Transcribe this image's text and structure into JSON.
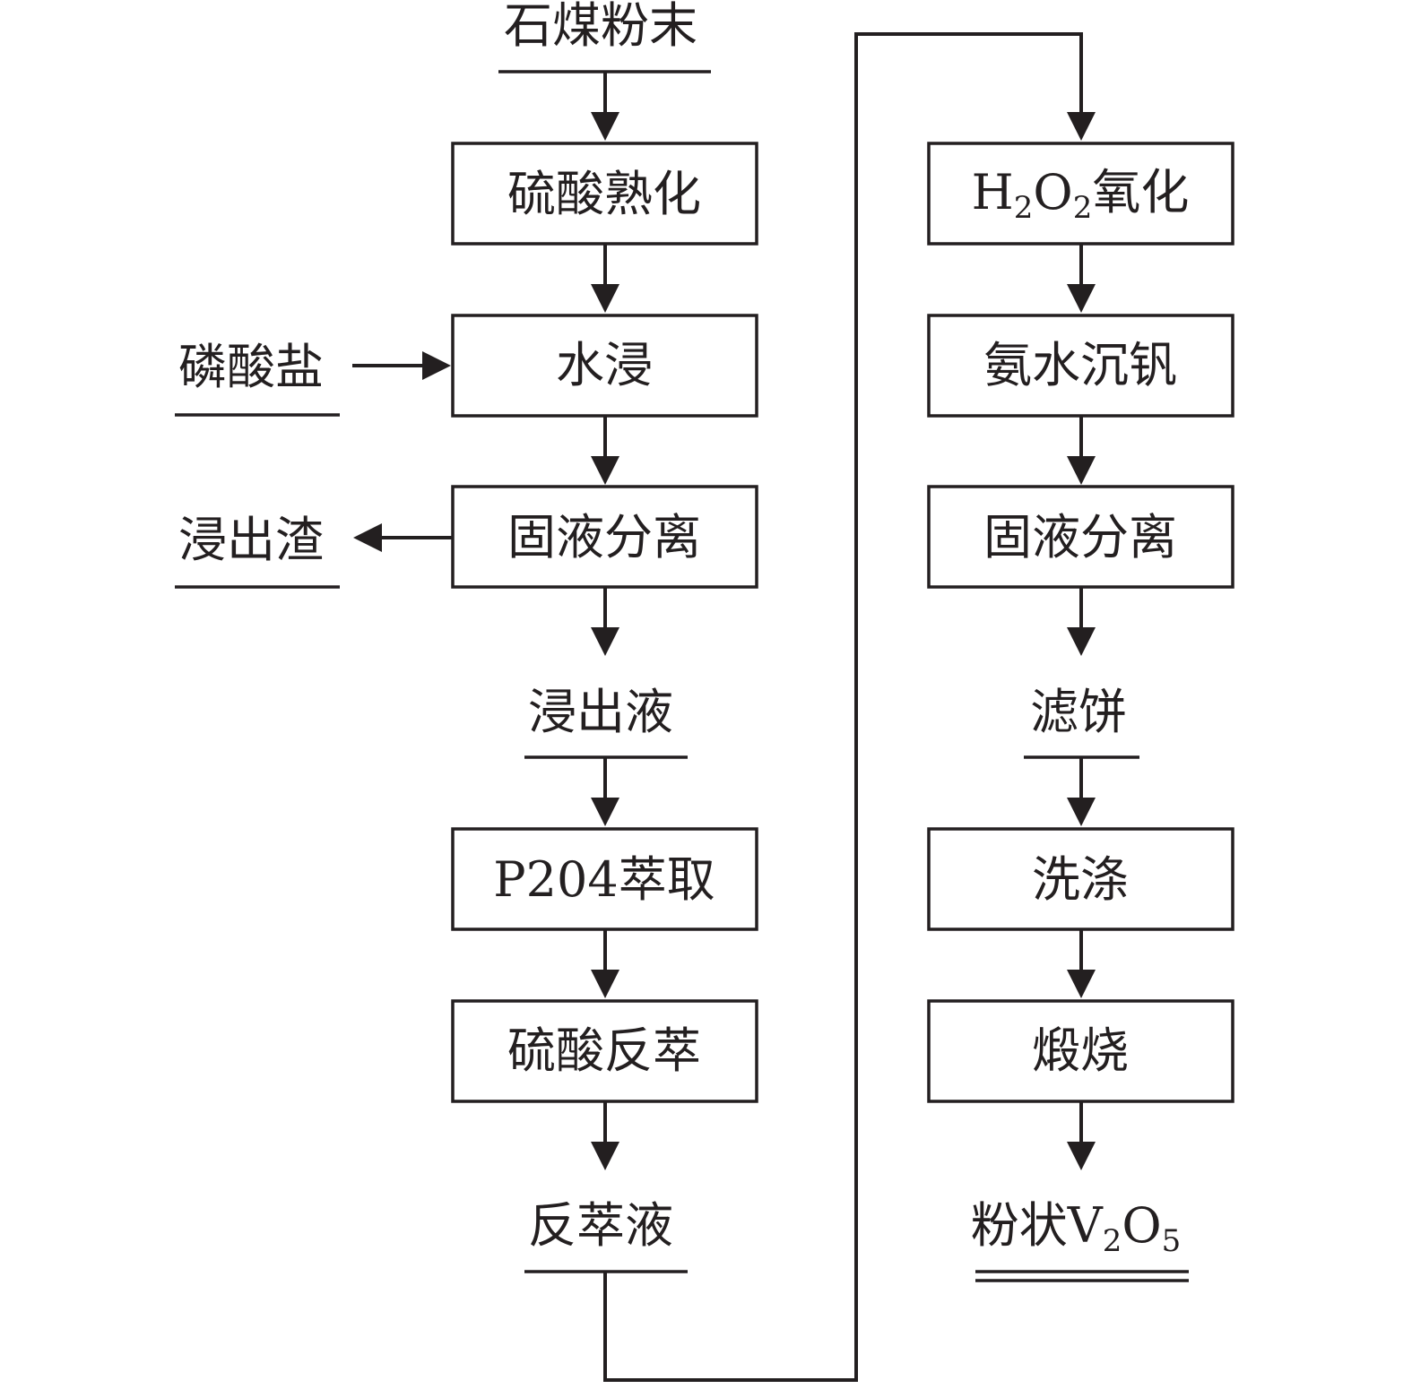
{
  "left_column": {
    "input": "石煤粉末",
    "step1": "硫酸熟化",
    "step2": "水浸",
    "step2_input": "磷酸盐",
    "step3": "固液分离",
    "step3_output": "浸出渣",
    "intermediate1": "浸出液",
    "step4": "P204萃取",
    "step5": "硫酸反萃",
    "intermediate2": "反萃液"
  },
  "right_column": {
    "step6": {
      "base1": "H",
      "sub1": "2",
      "base2": "O",
      "sub2": "2",
      "tail": "氧化"
    },
    "step7": "氨水沉钒",
    "step8": "固液分离",
    "intermediate3": "滤饼",
    "step9": "洗涤",
    "step10": "煅烧",
    "product": {
      "prefix": "粉状V",
      "sub1": "2",
      "mid": "O",
      "sub2": "5"
    }
  }
}
